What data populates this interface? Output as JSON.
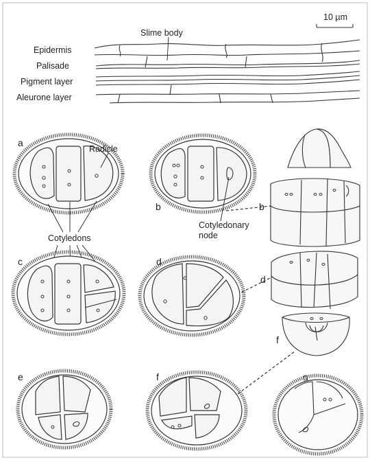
{
  "scale_label": "10 µm",
  "top_labels": {
    "slime_body": "Slime body",
    "epidermis": "Epidermis",
    "palisade": "Palisade",
    "pigment_layer": "Pigment layer",
    "aleurone_layer": "Aleurone layer"
  },
  "annotations": {
    "radicle": "Radicle",
    "cotyledons": "Cotyledons",
    "cotyledonary_node_1": "Cotyledonary",
    "cotyledonary_node_2": "node"
  },
  "panels": {
    "a": "a",
    "b": "b",
    "b3d": "b",
    "c": "c",
    "d": "d",
    "d3d": "d",
    "e": "e",
    "f": "f",
    "f3d": "f",
    "g": "g"
  }
}
